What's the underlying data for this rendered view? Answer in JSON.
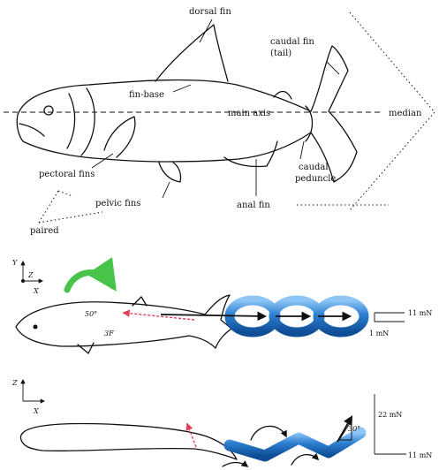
{
  "fish_anatomy": {
    "labels": {
      "dorsal_fin": "dorsal fin",
      "caudal_fin": "caudal fin",
      "tail": "(tail)",
      "fin_base": "fin-base",
      "main_axis": "main axis",
      "median": "median",
      "caudal_peduncle_1": "caudal",
      "caudal_peduncle_2": "peduncle",
      "pectoral_fins": "pectoral fins",
      "pelvic_fins": "pelvic fins",
      "anal_fin": "anal fin",
      "paired": "paired"
    }
  },
  "dorsal_view": {
    "axis_labels": {
      "y": "Y",
      "z": "Z",
      "x": "X"
    },
    "fish_labels": {
      "angle": "50°",
      "force": "3F"
    },
    "scale": {
      "horizontal": "11 mN",
      "vertical": "1 mN"
    },
    "colors": {
      "ring": "#2d7fd0",
      "arrow_green": "#48c44a",
      "arrow_red": "#e0405a"
    }
  },
  "lateral_view": {
    "axis_labels": {
      "z": "Z",
      "x": "X"
    },
    "angle_label": "30°",
    "scale": {
      "vertical": "22 mN",
      "horizontal": "11 mN"
    }
  }
}
